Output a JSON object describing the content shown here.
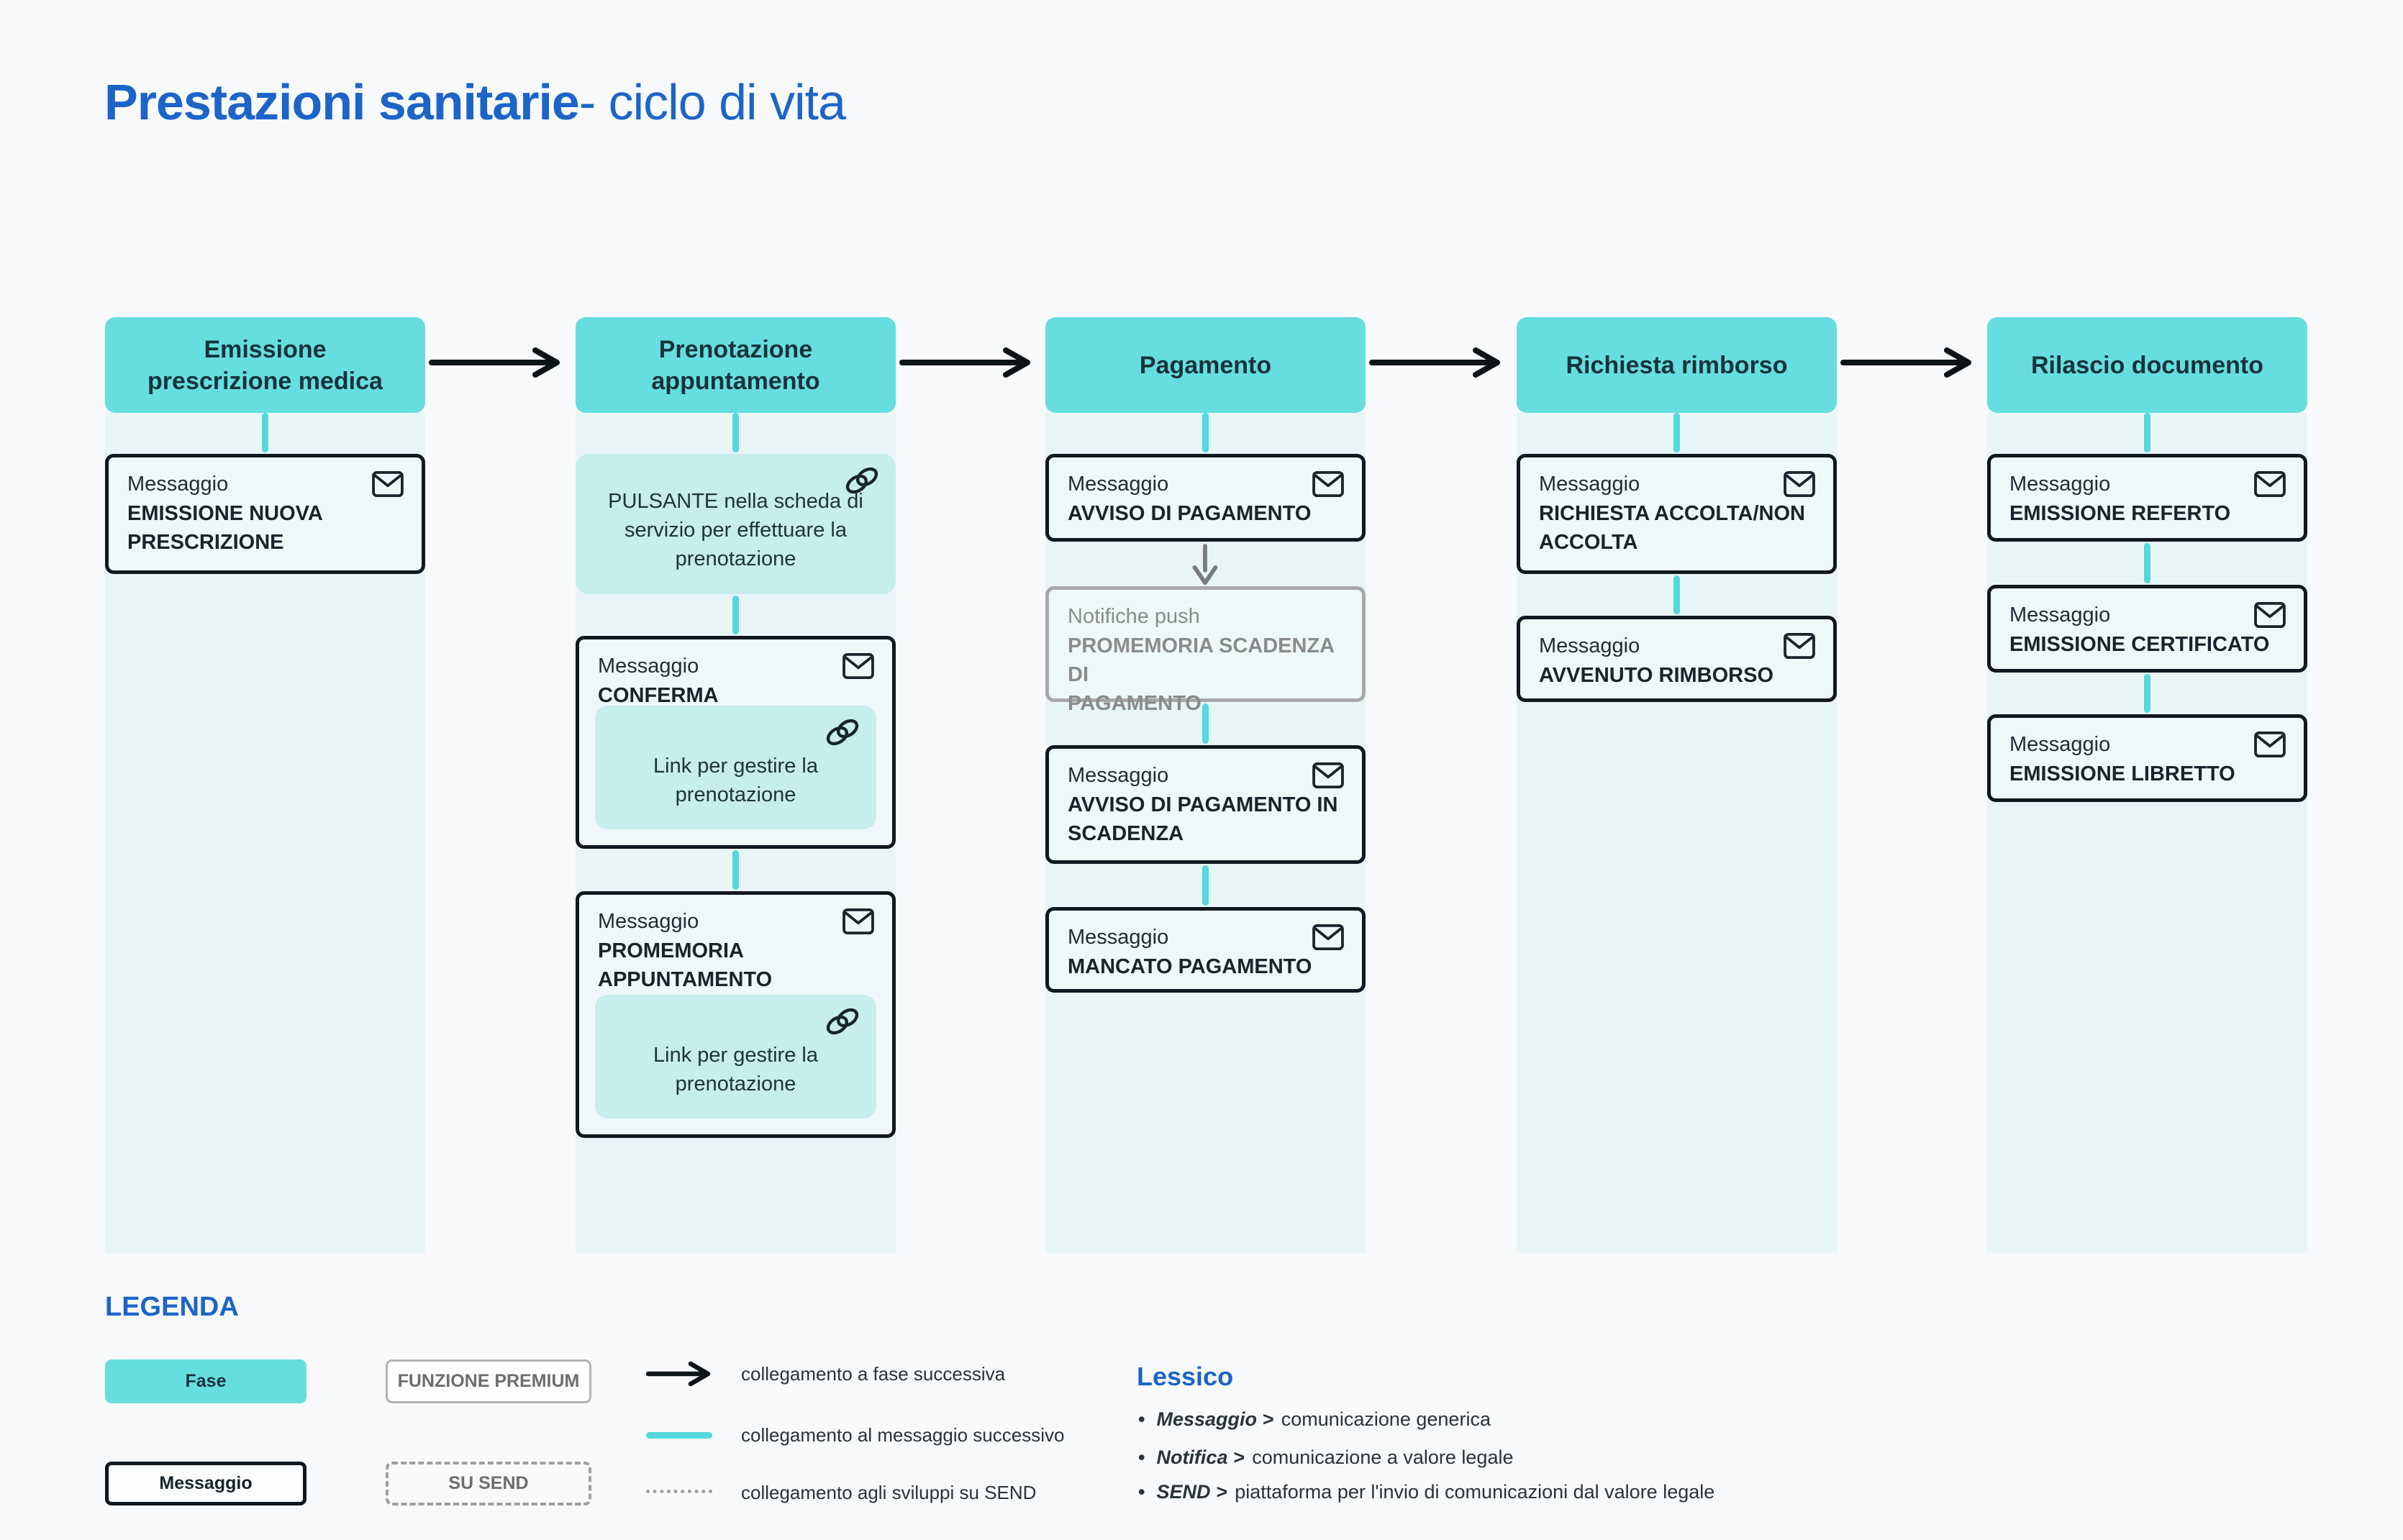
{
  "title": {
    "main": "Prestazioni sanitarie",
    "suffix": "- ciclo di vita"
  },
  "colors": {
    "accent_blue": "#1c64c8",
    "phase_teal": "#66dedf",
    "column_bg": "#e8f5f6",
    "link_teal": "#c7eded",
    "connector_teal": "#54d8dc",
    "text_dark": "#1d2d35",
    "muted_gray": "#8b8b8b",
    "border_gray": "#a8a8a8",
    "page_bg": "#f7f9fa",
    "box_bg": "#eef8f9",
    "ink": "#0d1418"
  },
  "phases": [
    {
      "label": "Emissione\nprescrizione medica"
    },
    {
      "label": "Prenotazione\nappuntamento"
    },
    {
      "label": "Pagamento"
    },
    {
      "label": "Richiesta rimborso"
    },
    {
      "label": "Rilascio documento"
    }
  ],
  "icons": {
    "mail": "mail-envelope-icon",
    "link": "link-chain-icon"
  },
  "messages": {
    "c1m1": {
      "kind": "Messaggio",
      "title": "EMISSIONE NUOVA\nPRESCRIZIONE"
    },
    "c2a1": {
      "text": "PULSANTE nella scheda di\nservizio per effettuare la\nprenotazione"
    },
    "c2m1": {
      "kind": "Messaggio",
      "title": "CONFERMA APPUNTAMENTO",
      "link": "Link per gestire la\nprenotazione"
    },
    "c2m2": {
      "kind": "Messaggio",
      "title": "PROMEMORIA\nAPPUNTAMENTO",
      "link": "Link per gestire la\nprenotazione"
    },
    "c3m1": {
      "kind": "Messaggio",
      "title": "AVVISO DI PAGAMENTO"
    },
    "c3p1": {
      "kind": "Notifiche push",
      "title": "PROMEMORIA SCADENZA DI\nPAGAMENTO"
    },
    "c3m2": {
      "kind": "Messaggio",
      "title": "AVVISO DI PAGAMENTO IN\nSCADENZA"
    },
    "c3m3": {
      "kind": "Messaggio",
      "title": "MANCATO PAGAMENTO"
    },
    "c4m1": {
      "kind": "Messaggio",
      "title": "RICHIESTA ACCOLTA/NON\nACCOLTA"
    },
    "c4m2": {
      "kind": "Messaggio",
      "title": "AVVENUTO RIMBORSO"
    },
    "c5m1": {
      "kind": "Messaggio",
      "title": "EMISSIONE REFERTO"
    },
    "c5m2": {
      "kind": "Messaggio",
      "title": "EMISSIONE CERTIFICATO"
    },
    "c5m3": {
      "kind": "Messaggio",
      "title": "EMISSIONE LIBRETTO"
    }
  },
  "legend": {
    "heading": "LEGENDA",
    "fase": "Fase",
    "premium": "FUNZIONE PREMIUM",
    "messaggio": "Messaggio",
    "send": "SU SEND",
    "connectors": {
      "arrow": "collegamento a fase successiva",
      "teal": "collegamento al messaggio successivo",
      "dotted": "collegamento agli sviluppi su SEND"
    }
  },
  "lessico": {
    "heading": "Lessico",
    "items": [
      {
        "term": "Messaggio",
        "sep": ">",
        "desc": "comunicazione generica"
      },
      {
        "term": "Notifica",
        "sep": ">",
        "desc": "comunicazione a valore legale"
      },
      {
        "term": "SEND",
        "sep": ">",
        "desc": "piattaforma per l'invio di comunicazioni dal valore legale"
      }
    ]
  }
}
